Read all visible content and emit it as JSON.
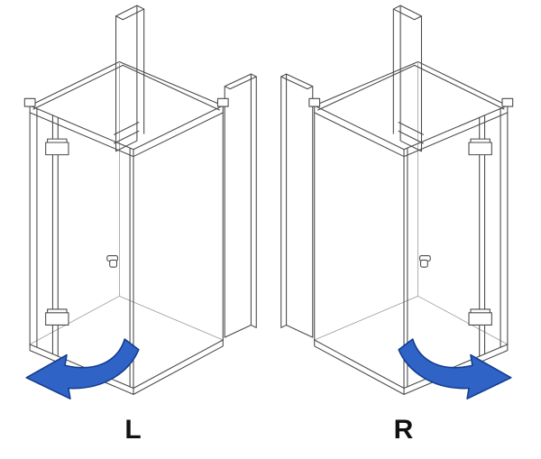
{
  "figures": [
    {
      "id": "left",
      "label": "L",
      "arrow_icon": "door-swing-arrow-left-icon"
    },
    {
      "id": "right",
      "label": "R",
      "arrow_icon": "door-swing-arrow-right-icon"
    }
  ],
  "colors": {
    "line": "#4a4a4a",
    "hidden-line": "#9a9a9a",
    "arrow": "#2f63c6",
    "arrow-outline": "#123c8c",
    "label": "#111111",
    "bg": "#ffffff"
  }
}
